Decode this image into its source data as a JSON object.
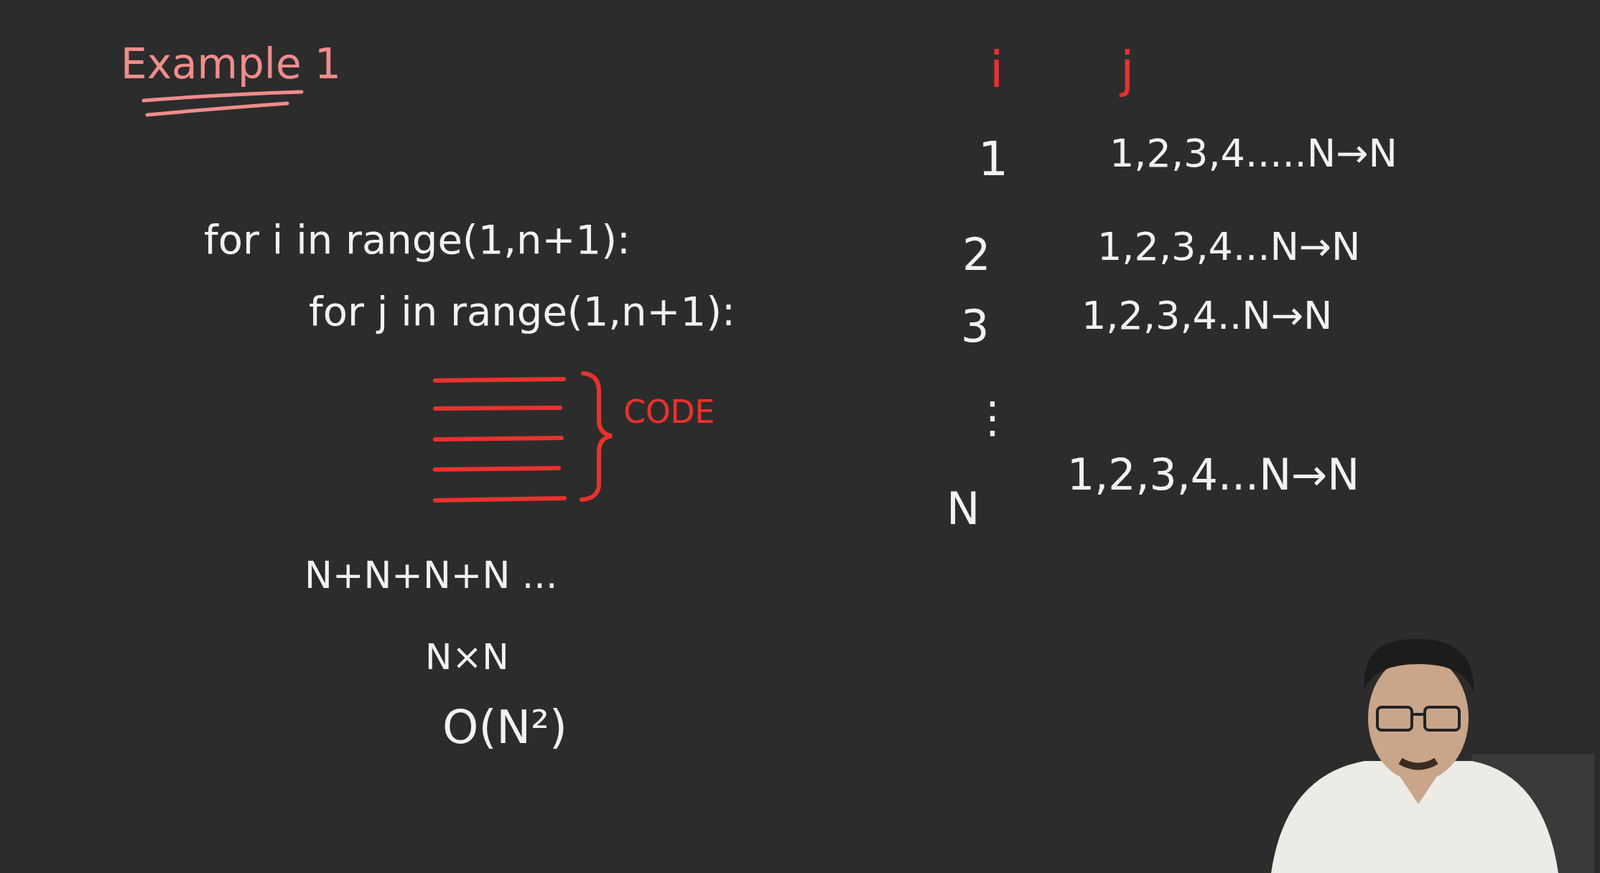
{
  "diagram": {
    "title": "Example 1",
    "labels": [
      "for i in range(1,n+1):",
      "for j in range(1,n+1):",
      "CODE",
      "N+N+N+N ...",
      "N×N",
      "O(N²)",
      "i",
      "j",
      "1",
      "1,2,3,4.....N→N",
      "2",
      "1,2,3,4...N→N",
      "3",
      "1,2,3,4..N→N",
      "⋮",
      "N",
      "1,2,3,4...N→N"
    ]
  }
}
